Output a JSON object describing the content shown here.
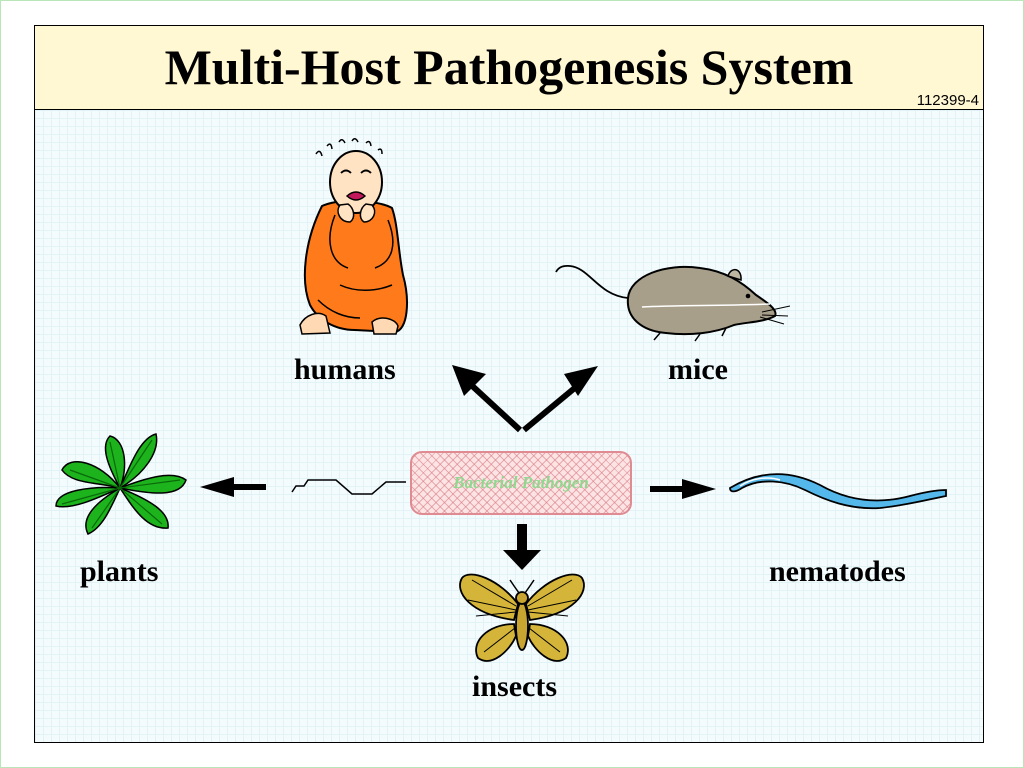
{
  "header": {
    "title": "Multi-Host Pathogenesis System",
    "slide_id": "112399-4"
  },
  "center": {
    "pathogen_label": "Bacterial Pathogen"
  },
  "hosts": {
    "humans": "humans",
    "mice": "mice",
    "plants": "plants",
    "nematodes": "nematodes",
    "insects": "insects"
  },
  "colors": {
    "header_bg": "#fff8d2",
    "robe": "#ff7a1a",
    "mouse": "#a89f8a",
    "plant": "#1db31d",
    "nematode": "#55b8ea",
    "butterfly": "#d4b53a",
    "pathogen_bg": "#fde4e4",
    "pathogen_text": "#8fd88f"
  }
}
